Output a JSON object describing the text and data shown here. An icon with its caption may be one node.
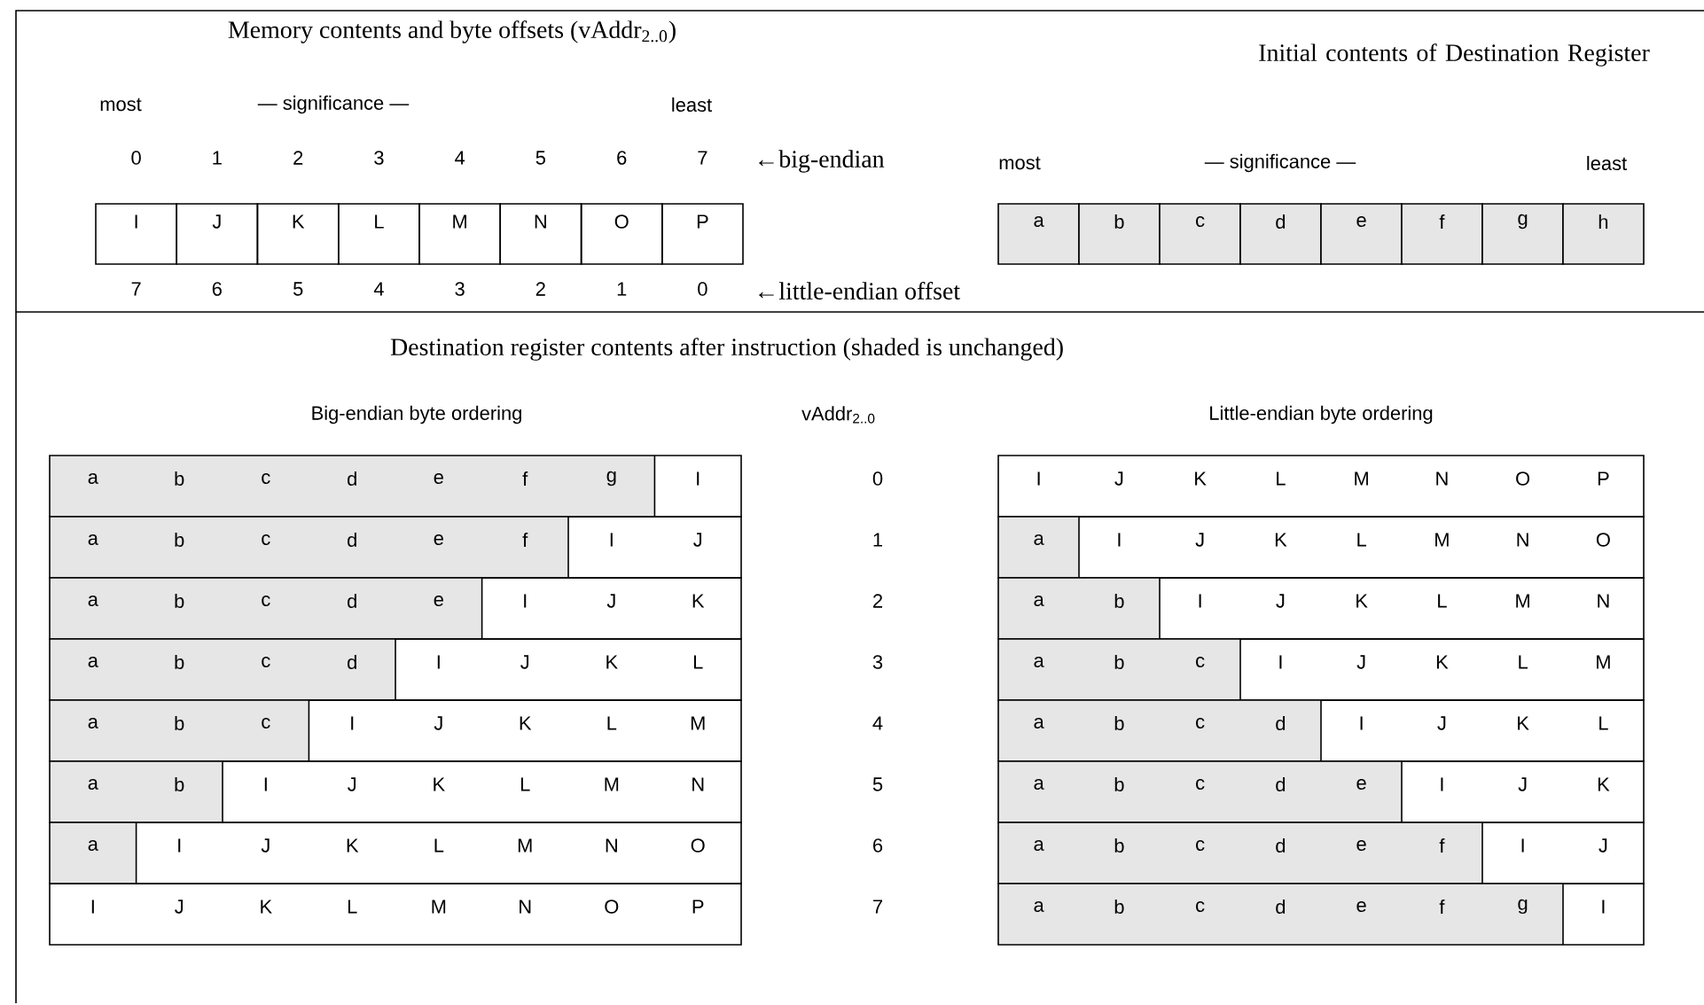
{
  "diagram": {
    "labels": [
      "Memory contents and byte offsets (vAddr$_{2..0}$)",
      "Initial contents of Destination Register",
      "most",
      "— significance —",
      "least",
      "0",
      "1",
      "2",
      "3",
      "4",
      "5",
      "6",
      "7",
      "←big-endian",
      "most",
      "— significance —",
      "least",
      "I",
      "J",
      "K",
      "L",
      "M",
      "N",
      "O",
      "P",
      "a",
      "b",
      "c",
      "d",
      "e",
      "f",
      "g",
      "h",
      "7",
      "6",
      "5",
      "4",
      "3",
      "2",
      "1",
      "0",
      "←little-endian offset",
      "Destination register contents after instruction (shaded is unchanged)",
      "Big-endian byte ordering",
      "vAddr$_{2..0}$",
      "Little-endian byte ordering",
      "a",
      "b",
      "c",
      "d",
      "e",
      "f",
      "g",
      "I",
      "0",
      "I",
      "J",
      "K",
      "L",
      "M",
      "N",
      "O",
      "P",
      "a",
      "b",
      "c",
      "d",
      "e",
      "f",
      "I",
      "J",
      "1",
      "a",
      "I",
      "J",
      "K",
      "L",
      "M",
      "N",
      "O",
      "a",
      "b",
      "c",
      "d",
      "e",
      "I",
      "J",
      "K",
      "2",
      "a",
      "b",
      "I",
      "J",
      "K",
      "L",
      "M",
      "N",
      "a",
      "b",
      "c",
      "d",
      "I",
      "J",
      "K",
      "L",
      "3",
      "a",
      "b",
      "c",
      "I",
      "J",
      "K",
      "L",
      "M",
      "a",
      "b",
      "c",
      "I",
      "J",
      "K",
      "L",
      "M",
      "4",
      "a",
      "b",
      "c",
      "d",
      "I",
      "J",
      "K",
      "L",
      "a",
      "b",
      "I",
      "J",
      "K",
      "L",
      "M",
      "N",
      "5",
      "a",
      "b",
      "c",
      "d",
      "e",
      "I",
      "J",
      "K",
      "a",
      "I",
      "J",
      "K",
      "L",
      "M",
      "N",
      "O",
      "6",
      "a",
      "b",
      "c",
      "d",
      "e",
      "f",
      "I",
      "J",
      "I",
      "J",
      "K",
      "L",
      "M",
      "N",
      "O",
      "P",
      "7",
      "a",
      "b",
      "c",
      "d",
      "e",
      "f",
      "g",
      "I"
    ]
  }
}
